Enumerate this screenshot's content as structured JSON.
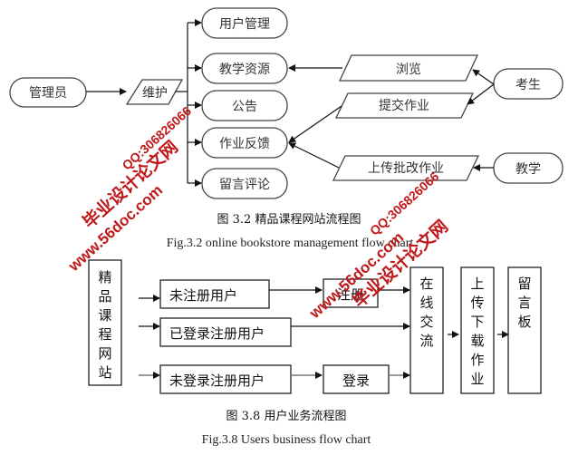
{
  "figure1": {
    "nodes": {
      "admin": "管理员",
      "maintain": "维护",
      "user_mgmt": "用户管理",
      "teaching_res": "教学资源",
      "notice": "公告",
      "hw_feedback": "作业反馈",
      "comments": "留言评论",
      "browse": "浏览",
      "submit_hw": "提交作业",
      "upload_grade": "上传批改作业",
      "student": "考生",
      "teacher": "教学"
    },
    "caption_cn": "图 3.2 精品课程网站流程图",
    "caption_en": "Fig.3.2 online bookstore management flow chart"
  },
  "figure2": {
    "site_chars": [
      "精",
      "品",
      "课",
      "程",
      "网",
      "站"
    ],
    "unregistered": "未注册用户",
    "logged_in": "已登录注册用户",
    "not_logged_in": "未登录注册用户",
    "register": "注册",
    "login": "登录",
    "online_chat_chars": [
      "在",
      "线",
      "交",
      "流"
    ],
    "upload_download_chars": [
      "上",
      "传",
      "下",
      "载",
      "作",
      "业"
    ],
    "message_board_chars": [
      "留",
      "言",
      "板"
    ],
    "caption_cn": "图 3.8 用户业务流程图",
    "caption_en": "Fig.3.8 Users business flow chart"
  },
  "watermarks": {
    "site_name": "毕业设计论文网",
    "url": "www.56doc.com",
    "qq": "QQ:306826066",
    "color": "#c0181a"
  }
}
